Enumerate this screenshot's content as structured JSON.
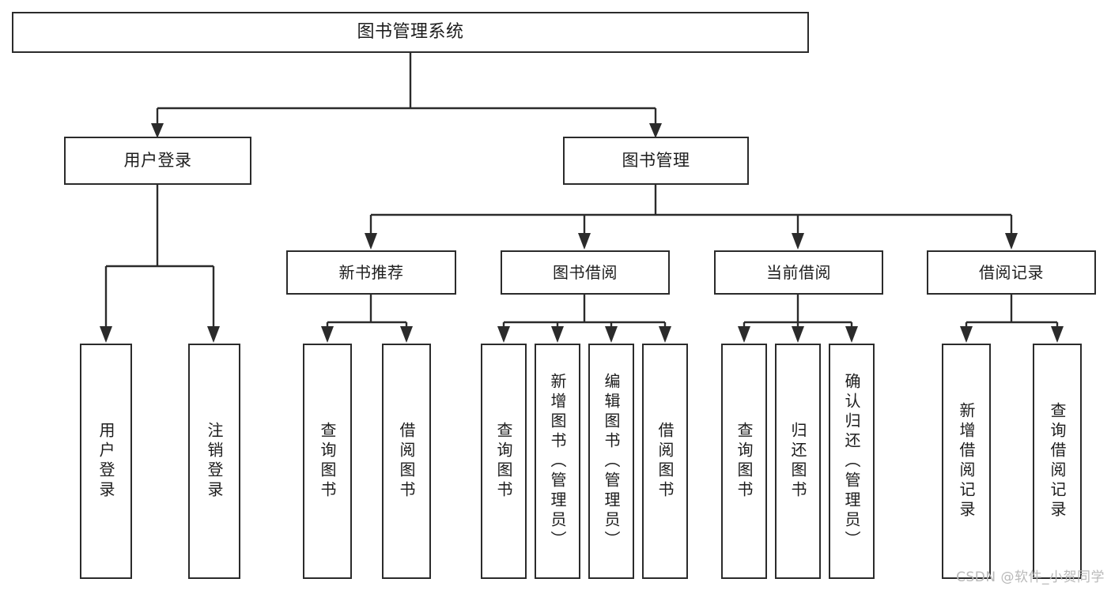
{
  "diagram": {
    "type": "tree-hierarchy",
    "title": "图书管理系统",
    "root": {
      "label": "图书管理系统"
    },
    "level2": [
      {
        "label": "用户登录"
      },
      {
        "label": "图书管理"
      }
    ],
    "groups": [
      {
        "label": "新书推荐"
      },
      {
        "label": "图书借阅"
      },
      {
        "label": "当前借阅"
      },
      {
        "label": "借阅记录"
      }
    ],
    "leaves": {
      "user_login": [
        {
          "label": "用户登录"
        },
        {
          "label": "注销登录"
        }
      ],
      "new_book_recommend": [
        {
          "label": "查询图书"
        },
        {
          "label": "借阅图书"
        }
      ],
      "book_borrow": [
        {
          "label": "查询图书"
        },
        {
          "label": "新增图书（管理员）"
        },
        {
          "label": "编辑图书（管理员）"
        },
        {
          "label": "借阅图书"
        }
      ],
      "current_borrow": [
        {
          "label": "查询图书"
        },
        {
          "label": "归还图书"
        },
        {
          "label": "确认归还（管理员）"
        }
      ],
      "borrow_record": [
        {
          "label": "新增借阅记录"
        },
        {
          "label": "查询借阅记录"
        }
      ]
    }
  },
  "watermark": {
    "text": "CSDN @软件_小贺同学"
  },
  "colors": {
    "stroke": "#2b2b2b",
    "text": "#1d1d1d",
    "background": "#ffffff",
    "watermark": "#b9b9b9"
  }
}
